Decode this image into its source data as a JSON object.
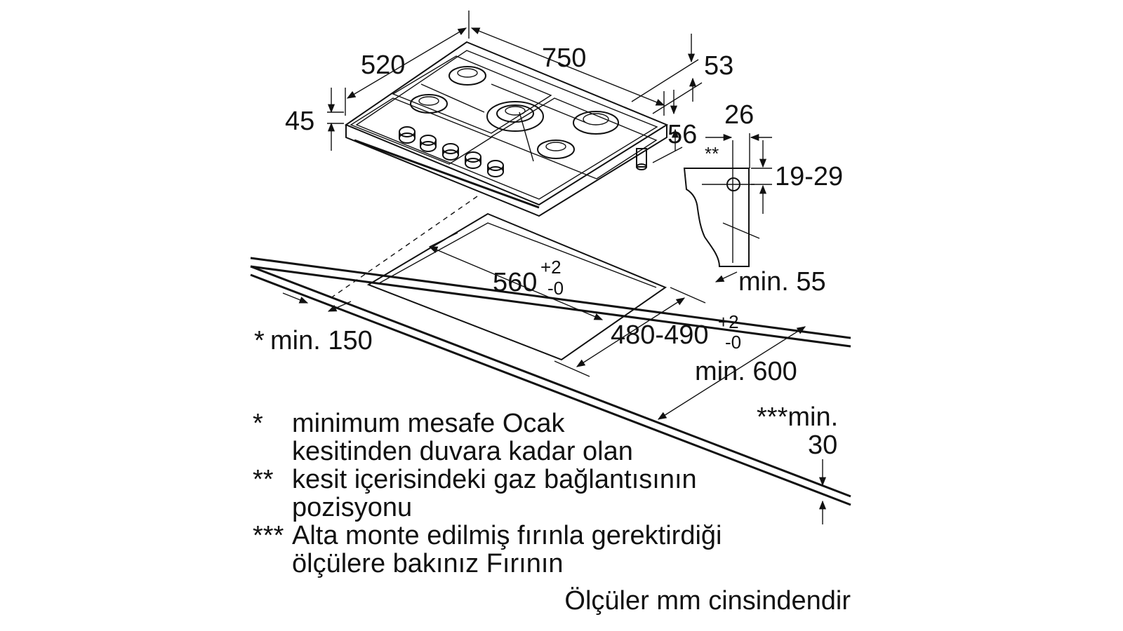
{
  "dimensions": {
    "width": "750",
    "depth": "520",
    "height": "45",
    "right_offset_top": "53",
    "right_offset_bottom": "56",
    "connection_offset": "26",
    "connection_height": "19-29",
    "connection_mark": "**",
    "min_55": "min. 55",
    "cutout_width": "560",
    "cutout_width_tol_plus": "+2",
    "cutout_width_tol_minus": "-0",
    "cutout_depth": "480-490",
    "cutout_depth_tol_plus": "+2",
    "cutout_depth_tol_minus": "-0",
    "min_150": "min. 150",
    "min_150_mark": "*",
    "min_600": "min. 600",
    "min_30_line1": "***min.",
    "min_30_line2": "30"
  },
  "notes": [
    {
      "mark": "*",
      "line1": "minimum mesafe Ocak",
      "line2": "kesitinden duvara kadar olan"
    },
    {
      "mark": "**",
      "line1": "kesit içerisindeki gaz bağlantısının",
      "line2": "pozisyonu"
    },
    {
      "mark": "***",
      "line1": "Alta monte edilmiş fırınla gerektirdiği",
      "line2": "ölçülere bakınız Fırının"
    }
  ],
  "unit_note": "Ölçüler mm cinsindendir"
}
